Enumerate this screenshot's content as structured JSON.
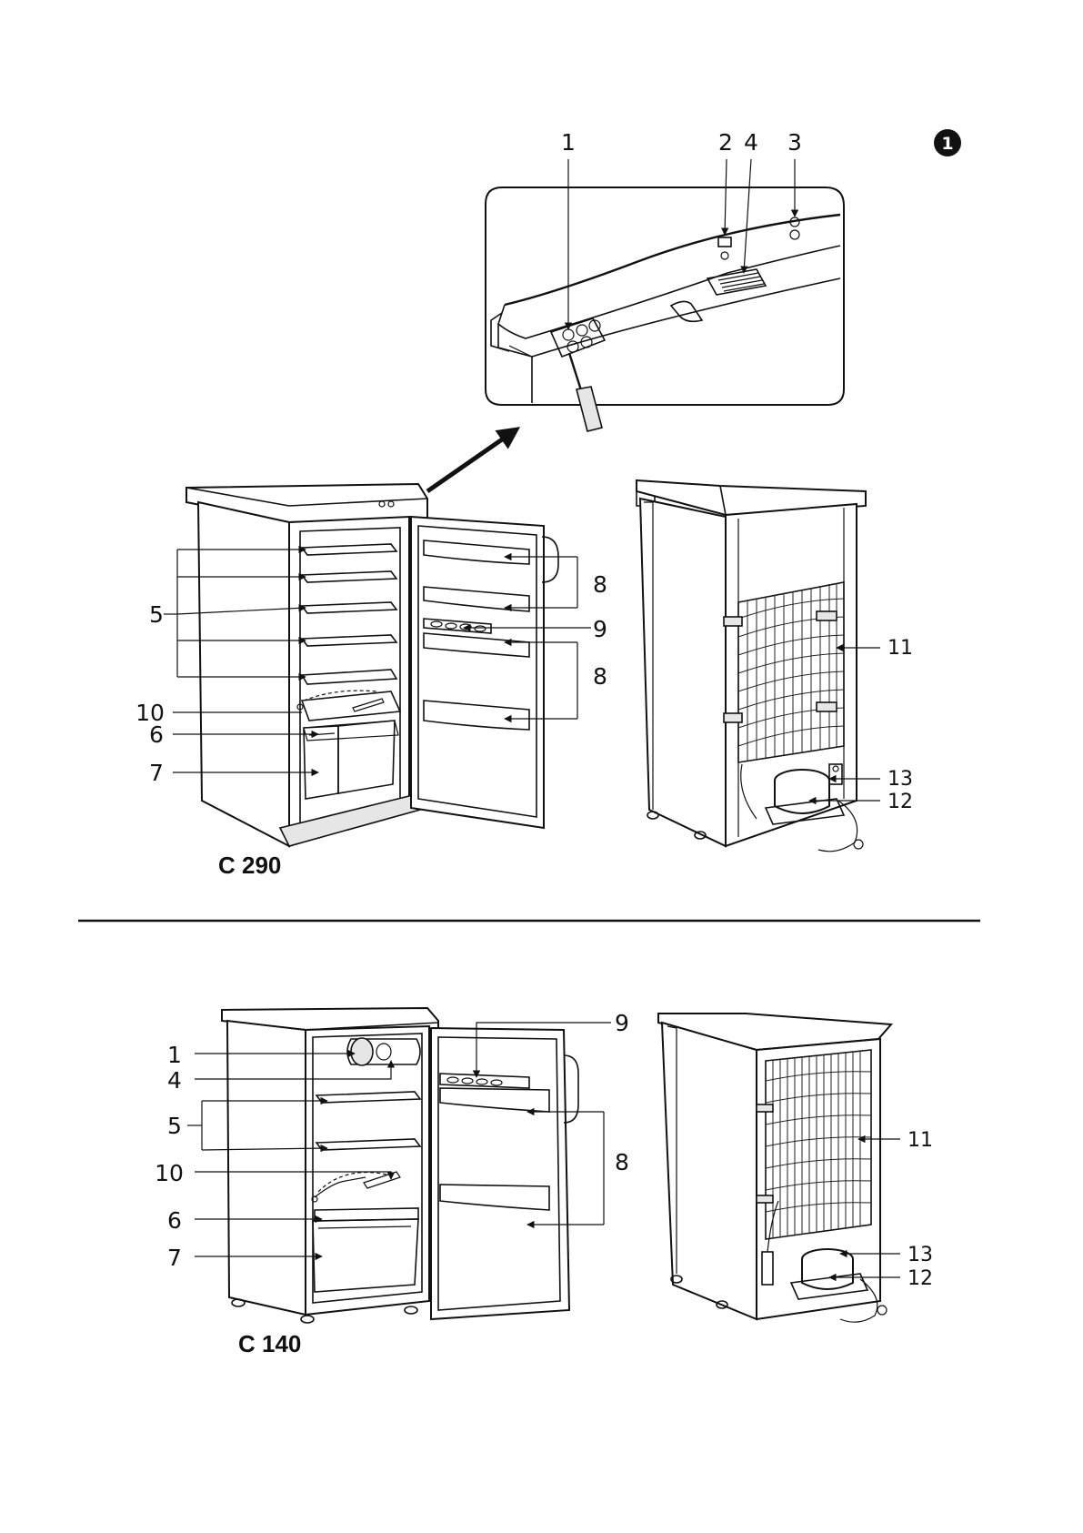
{
  "figure_badge": "1",
  "top_diagram": {
    "model": "C 290",
    "detail_labels": [
      "1",
      "2",
      "4",
      "3"
    ],
    "labels": {
      "five": "5",
      "eight_upper": "8",
      "nine": "9",
      "eight_lower": "8",
      "ten": "10",
      "six": "6",
      "seven": "7",
      "eleven": "11",
      "thirteen": "13",
      "twelve": "12"
    }
  },
  "bottom_diagram": {
    "model": "C 140",
    "labels": {
      "one": "1",
      "four": "4",
      "five": "5",
      "ten": "10",
      "six": "6",
      "seven": "7",
      "nine": "9",
      "eight": "8",
      "eleven": "11",
      "thirteen": "13",
      "twelve": "12"
    }
  }
}
